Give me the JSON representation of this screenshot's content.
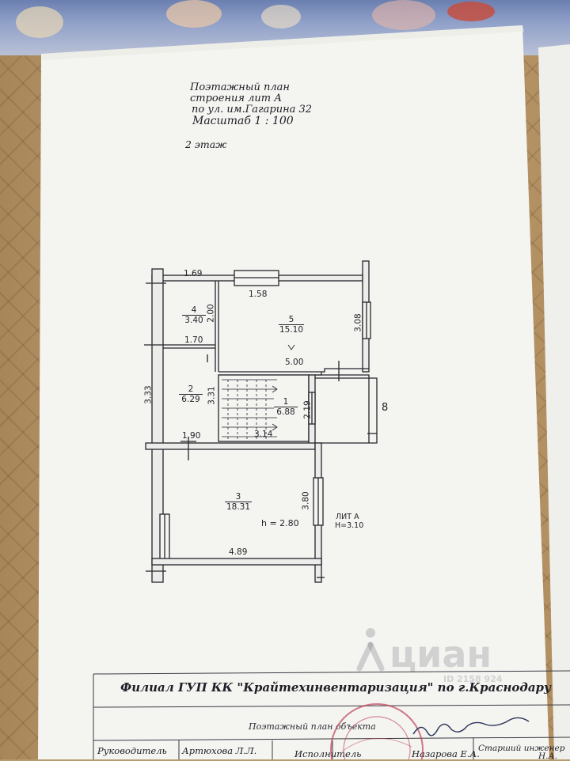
{
  "header": {
    "line1": "Поэтажный план",
    "line2": "строения лит  А",
    "line3": "по ул. им.Гагарина  32",
    "line4": "Масштаб   1 : 100",
    "floor": "2 этаж"
  },
  "plan": {
    "dims": {
      "top_169": "1.69",
      "top_158": "1.58",
      "r4_200": "2.00",
      "r4_170": "1.70",
      "r5_308": "3.08",
      "r5_500": "5.00",
      "left_333": "3.33",
      "r2_331": "3.31",
      "r2_190": "1.90",
      "r1_219": "2.19",
      "r1_314": "3.14",
      "r3_380": "3.80",
      "r3_489": "4.89",
      "height": "h  =  2.80",
      "lit": "ЛИТ А",
      "lit_h": "Н=3.10",
      "mark8": "8"
    },
    "rooms": [
      {
        "num": "4",
        "area": "3.40"
      },
      {
        "num": "5",
        "area": "15.10"
      },
      {
        "num": "2",
        "area": "6.29"
      },
      {
        "num": "1",
        "area": "6.88"
      },
      {
        "num": "3",
        "area": "18.31"
      }
    ]
  },
  "footer": {
    "title": "Филиал ГУП КК \"Крайтехинвентаризация\" по г.Краснодару",
    "subtitle": "Поэтажный план объекта",
    "head_label": "Руководитель",
    "head_name": "Артюхова Л.Л.",
    "exec_label": "Исполнитель",
    "exec_name": "Назарова Е.А.",
    "senior_label": "Старший инженер",
    "senior_name": "Н.А."
  },
  "watermark": {
    "brand": "циан",
    "id": "ID 2158 924"
  },
  "colors": {
    "ink": "#25252c",
    "paper": "#f4f4f1",
    "stamp": "#c0415a"
  }
}
